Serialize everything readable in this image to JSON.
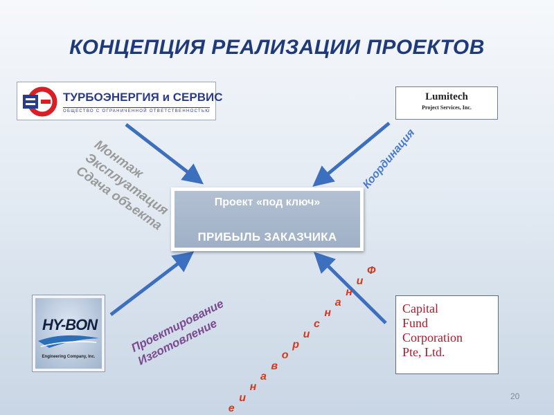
{
  "title": "КОНЦЕПЦИЯ РЕАЛИЗАЦИИ ПРОЕКТОВ",
  "center": {
    "line1": "Проект «под ключ»",
    "line2": "ПРИБЫЛЬ ЗАКАЗЧИКА"
  },
  "logos": {
    "turbo": {
      "name": "ТУРБОЭНЕРГИЯ и СЕРВИС",
      "sub": "ОБЩЕСТВО С ОГРАНИЧЕННОЙ ОТВЕТСТВЕННОСТЬЮ"
    },
    "lumitech": {
      "name": "Lumitech",
      "sub": "Project Services, Inc."
    },
    "hybon": {
      "name": "HY-BON",
      "sub": "Engineering Company, Inc."
    },
    "capital": {
      "lines": [
        "Capital",
        "Fund",
        "Corporation",
        "Pte, Ltd."
      ]
    }
  },
  "labels": {
    "left": [
      "Монтаж",
      "Эксплуатация",
      "Сдача объекта"
    ],
    "coordination": "Координация",
    "design": [
      "Проектирование",
      "Изготовление"
    ],
    "financing": [
      "Ф",
      "и",
      "н",
      "а",
      "н",
      "с",
      "и",
      "р",
      "о",
      "в",
      "а",
      "н",
      "и",
      "е"
    ]
  },
  "colors": {
    "title": "#1f3a7a",
    "arrow": "#3d6fbf",
    "left_labels": "#9a9a9a",
    "coordination": "#4a7ad0",
    "design": "#7a4a8f",
    "financing": "#d23a1e",
    "capital_text": "#b0182a"
  },
  "page_number": "20"
}
